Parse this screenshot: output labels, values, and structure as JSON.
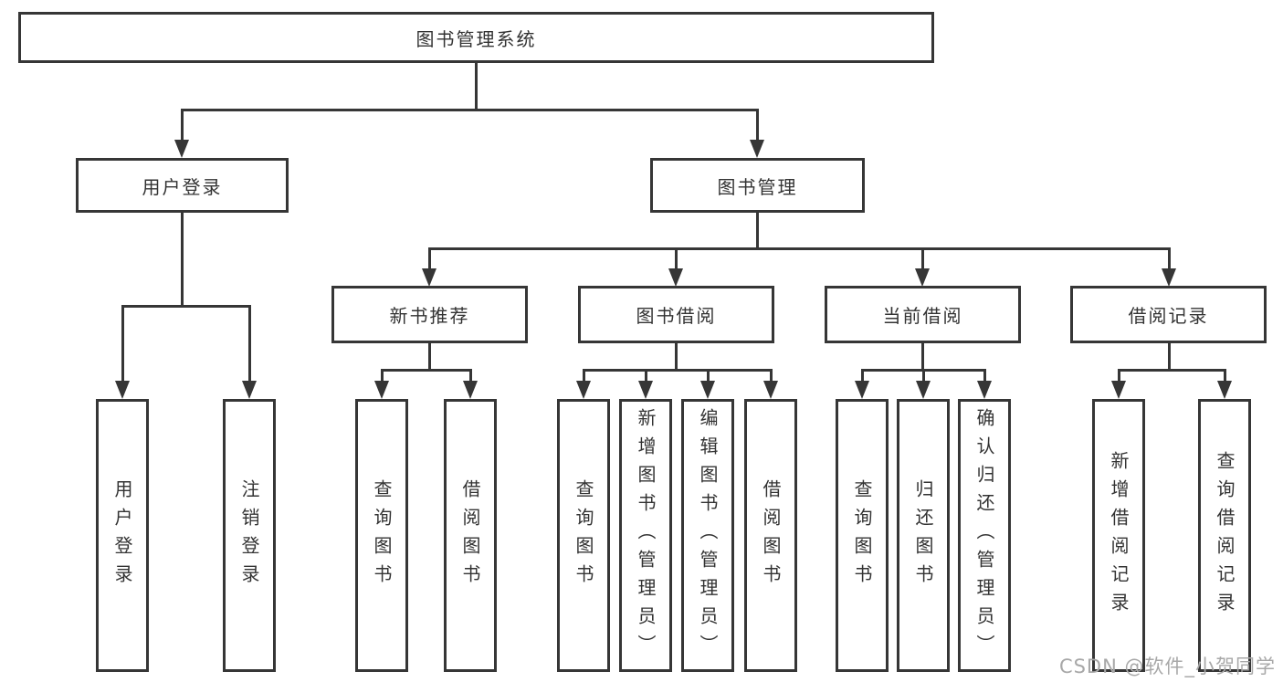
{
  "diagram": {
    "root_label": "图书管理系统",
    "level2": [
      "用户登录",
      "图书管理"
    ],
    "level3": [
      "新书推荐",
      "图书借阅",
      "当前借阅",
      "借阅记录"
    ],
    "leaves_user_login": [
      "用户登录",
      "注销登录"
    ],
    "leaves_new_books": [
      "查询图书",
      "借阅图书"
    ],
    "leaves_book_borrow": [
      "查询图书",
      "新增图书（管理员）",
      "编辑图书（管理员）",
      "借阅图书"
    ],
    "leaves_current_borrow": [
      "查询图书",
      "归还图书",
      "确认归还（管理员）"
    ],
    "leaves_borrow_records": [
      "新增借阅记录",
      "查询借阅记录"
    ]
  },
  "watermark": {
    "text": "CSDN @软件_小贺同学"
  },
  "colors": {
    "line": "#363636",
    "text": "#333333",
    "watermark": "#a8a8a8",
    "background": "#ffffff"
  }
}
